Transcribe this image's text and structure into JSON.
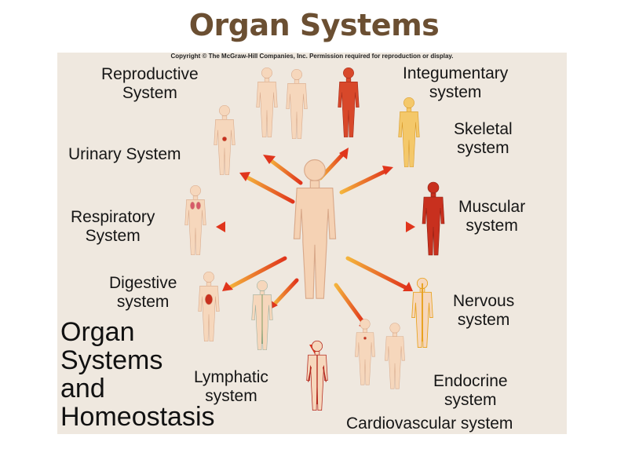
{
  "title": "Organ Systems",
  "copyright": "Copyright © The McGraw-Hill Companies, Inc. Permission required for reproduction or display.",
  "systems": {
    "reproductive": "Reproductive\nSystem",
    "integumentary": "Integumentary\nsystem",
    "skeletal": "Skeletal\nsystem",
    "urinary": "Urinary System",
    "muscular": "Muscular\nsystem",
    "respiratory": "Respiratory\nSystem",
    "digestive": "Digestive\nsystem",
    "nervous": "Nervous\nsystem",
    "lymphatic": "Lymphatic\nsystem",
    "endocrine": "Endocrine\nsystem",
    "cardiovascular": "Cardiovascular system"
  },
  "caption": "Organ\nSystems\nand\nHomeostasis",
  "colors": {
    "arrow": "#e03a1e",
    "skin": "#f6d7bc",
    "muscle": "#c8301e",
    "nerve": "#e8a21e",
    "blood": "#b4281e"
  }
}
